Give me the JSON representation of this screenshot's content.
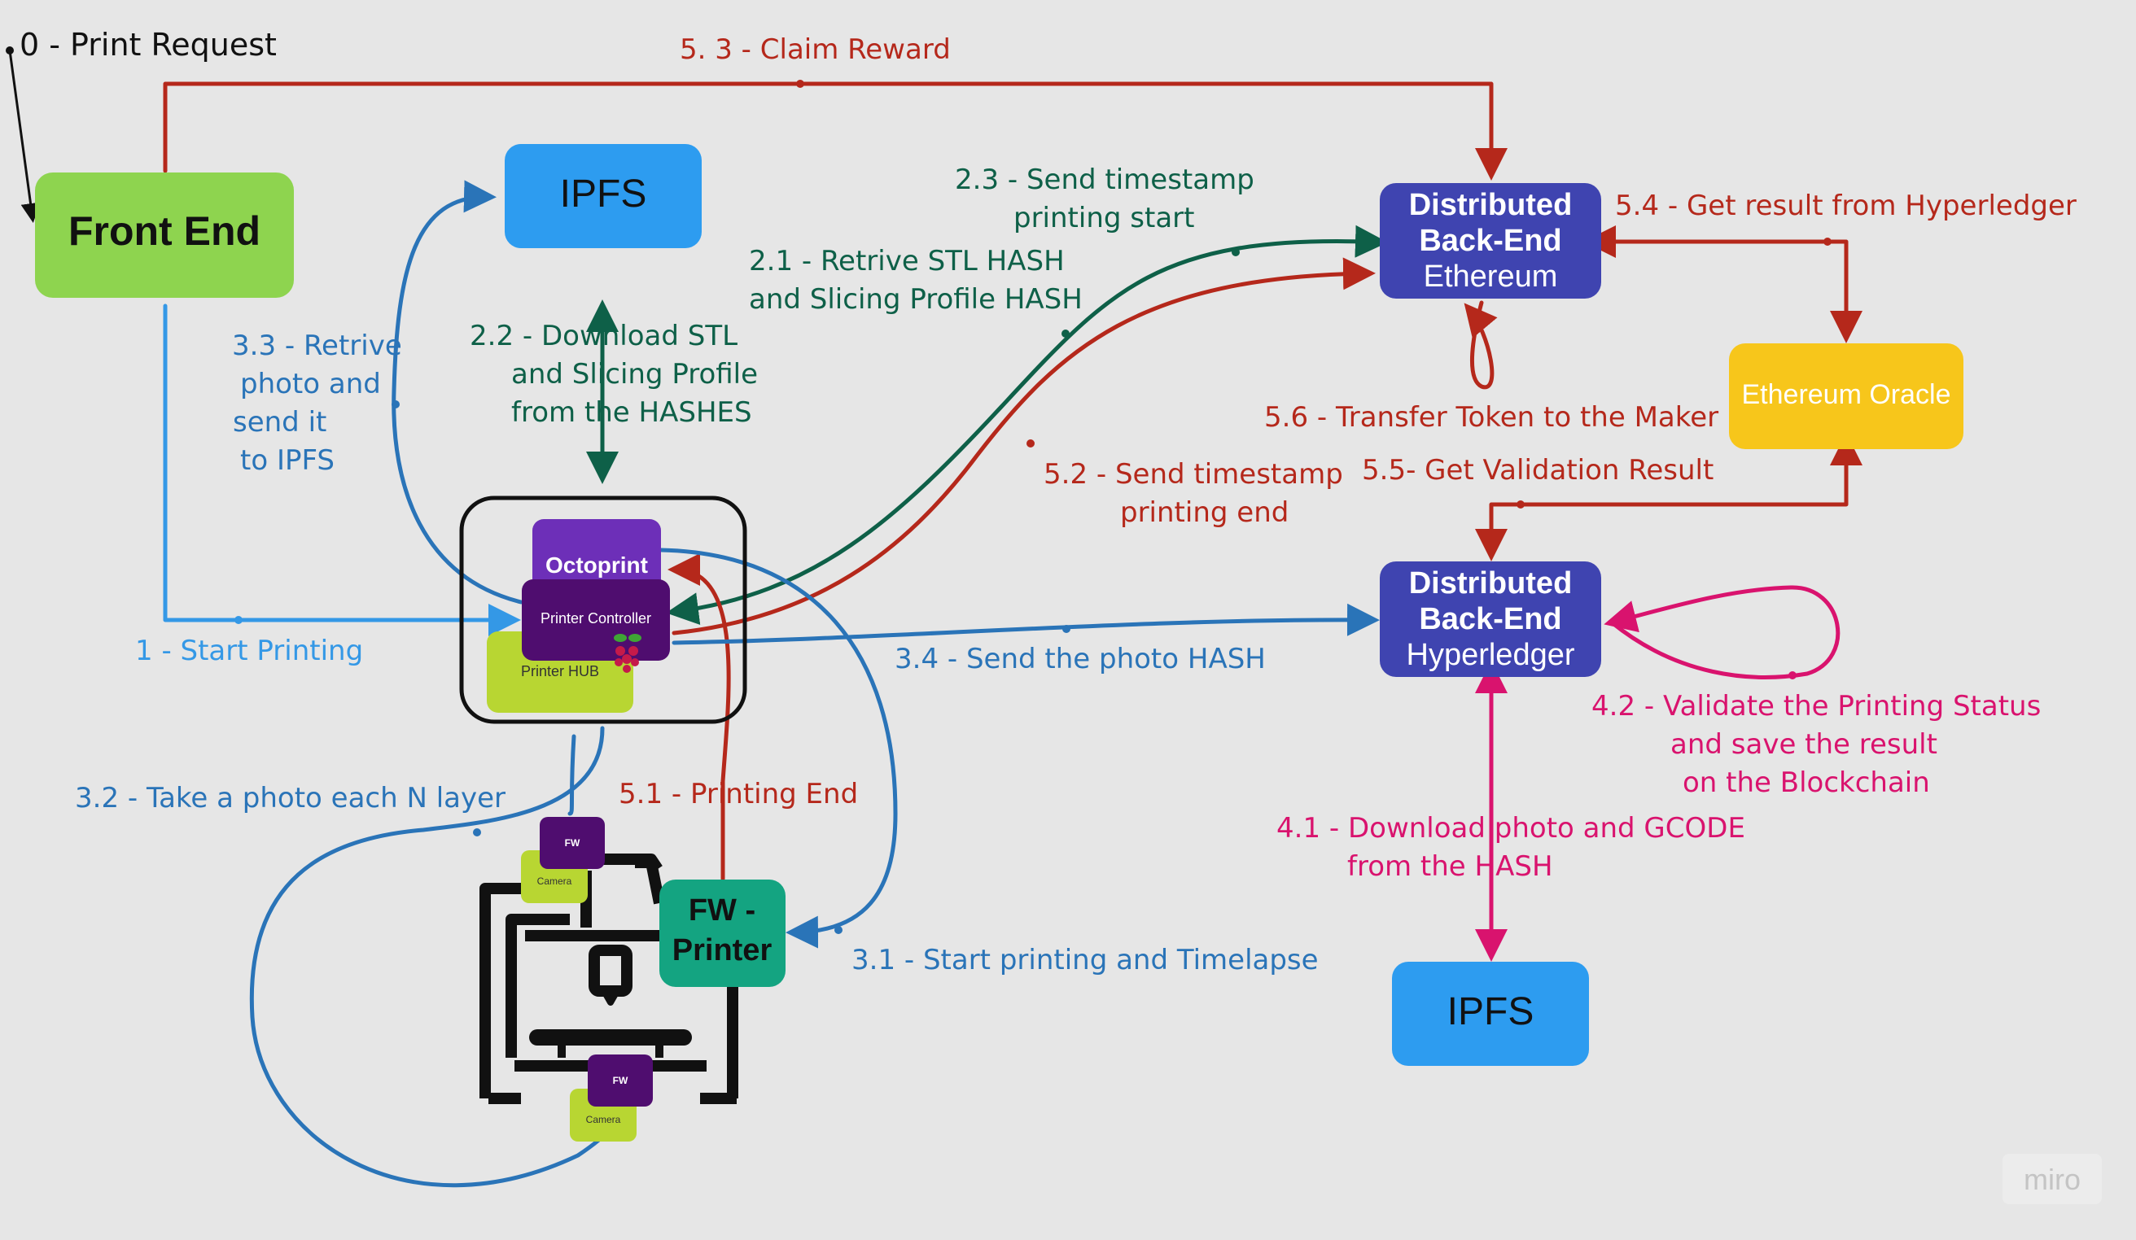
{
  "colors": {
    "background": "#e6e6e6",
    "red": "#b5281b",
    "blue": "#2a74b8",
    "light_blue": "#3498e6",
    "green": "#0e6048",
    "magenta": "#d9136e",
    "front_end": "#8ed44f",
    "ipfs": "#2d9cf0",
    "backend": "#3f44b0",
    "oracle": "#f7c61b",
    "fw_printer": "#14a481",
    "octoprint": "#6d2fb8",
    "printer_controller": "#4f0d6f",
    "printer_hub": "#b8d632"
  },
  "nodes": {
    "front_end": "Front End",
    "ipfs_top": "IPFS",
    "ipfs_bottom": "IPFS",
    "eth_backend": [
      "Distributed",
      "Back-End",
      "Ethereum"
    ],
    "hl_backend": [
      "Distributed",
      "Back-End",
      "Hyperledger"
    ],
    "oracle": "Ethereum Oracle",
    "octoprint": "Octoprint",
    "printer_controller": "Printer Controller",
    "printer_hub": "Printer HUB",
    "fw_printer": [
      "FW -",
      "Printer"
    ],
    "fw_small": "FW",
    "camera": "Camera"
  },
  "edges": {
    "e0": "0 - Print Request",
    "e1": "1 - Start Printing",
    "e21": [
      "2.1 - Retrive STL HASH",
      "and Slicing Profile HASH"
    ],
    "e22": [
      "2.2 - Download STL",
      "and Slicing Profile",
      "from the HASHES"
    ],
    "e23": [
      "2.3 - Send timestamp",
      "printing start"
    ],
    "e31": "3.1 - Start printing and Timelapse",
    "e32": "3.2 - Take a photo each N layer",
    "e33": [
      "3.3 - Retrive",
      "photo and",
      "send it",
      "to IPFS"
    ],
    "e34": "3.4 - Send the photo HASH",
    "e41": [
      "4.1 - Download photo and GCODE",
      "from the HASH"
    ],
    "e42": [
      "4.2 - Validate the Printing Status",
      "and save the result",
      "on the Blockchain"
    ],
    "e51": "5.1 - Printing End",
    "e52": [
      "5.2 - Send timestamp",
      "printing end"
    ],
    "e53": "5. 3 - Claim Reward",
    "e54": "5.4 - Get result from Hyperledger",
    "e55": "5.5- Get Validation Result",
    "e56": "5.6 - Transfer Token to the Maker"
  },
  "watermark": "miro"
}
